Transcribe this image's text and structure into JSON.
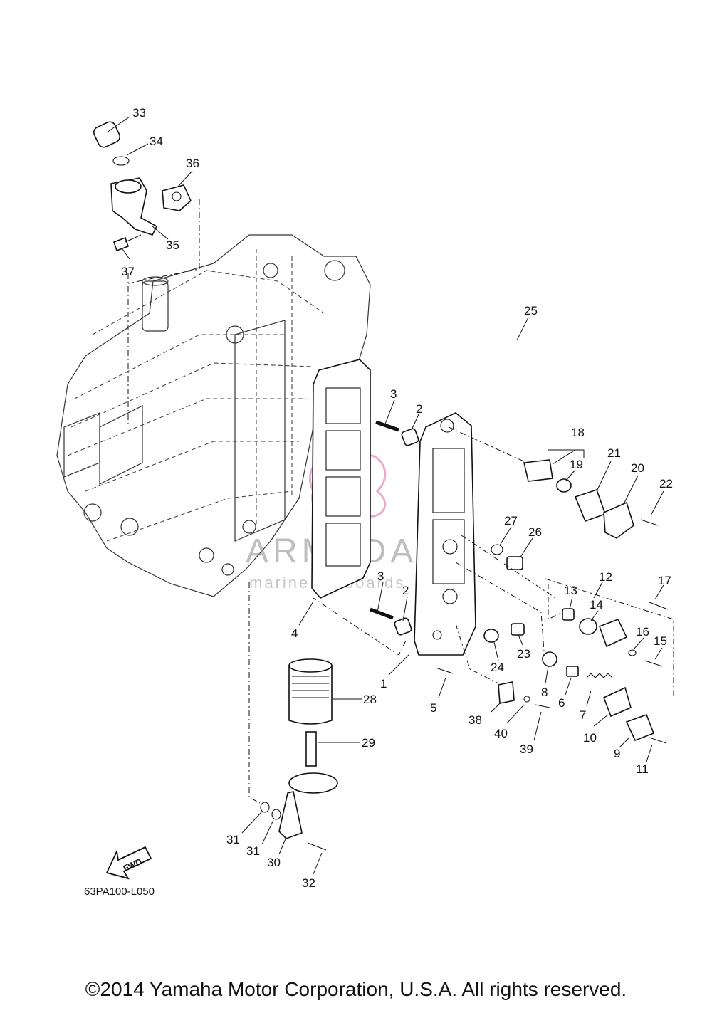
{
  "diagram": {
    "code": "63PA100-L050",
    "fwd_label": "FWD",
    "watermark": {
      "line1": "ARMADA",
      "line2": "marine outboards"
    },
    "copyright": "©2014 Yamaha Motor Corporation, U.S.A. All rights reserved.",
    "callouts": [
      {
        "id": "33",
        "text": "33"
      },
      {
        "id": "34",
        "text": "34"
      },
      {
        "id": "36",
        "text": "36"
      },
      {
        "id": "35",
        "text": "35"
      },
      {
        "id": "37",
        "text": "37"
      },
      {
        "id": "25",
        "text": "25"
      },
      {
        "id": "3a",
        "text": "3"
      },
      {
        "id": "2a",
        "text": "2"
      },
      {
        "id": "18",
        "text": "18"
      },
      {
        "id": "21",
        "text": "21"
      },
      {
        "id": "20",
        "text": "20"
      },
      {
        "id": "19",
        "text": "19"
      },
      {
        "id": "22",
        "text": "22"
      },
      {
        "id": "27",
        "text": "27"
      },
      {
        "id": "26",
        "text": "26"
      },
      {
        "id": "12",
        "text": "12"
      },
      {
        "id": "17",
        "text": "17"
      },
      {
        "id": "3b",
        "text": "3"
      },
      {
        "id": "2b",
        "text": "2"
      },
      {
        "id": "13",
        "text": "13"
      },
      {
        "id": "14",
        "text": "14"
      },
      {
        "id": "16",
        "text": "16"
      },
      {
        "id": "15",
        "text": "15"
      },
      {
        "id": "4",
        "text": "4"
      },
      {
        "id": "23",
        "text": "23"
      },
      {
        "id": "24",
        "text": "24"
      },
      {
        "id": "1",
        "text": "1"
      },
      {
        "id": "8",
        "text": "8"
      },
      {
        "id": "6",
        "text": "6"
      },
      {
        "id": "7",
        "text": "7"
      },
      {
        "id": "28",
        "text": "28"
      },
      {
        "id": "5",
        "text": "5"
      },
      {
        "id": "38",
        "text": "38"
      },
      {
        "id": "40",
        "text": "40"
      },
      {
        "id": "39",
        "text": "39"
      },
      {
        "id": "10",
        "text": "10"
      },
      {
        "id": "9",
        "text": "9"
      },
      {
        "id": "11",
        "text": "11"
      },
      {
        "id": "29",
        "text": "29"
      },
      {
        "id": "31a",
        "text": "31"
      },
      {
        "id": "31b",
        "text": "31"
      },
      {
        "id": "30",
        "text": "30"
      },
      {
        "id": "32",
        "text": "32"
      }
    ]
  }
}
